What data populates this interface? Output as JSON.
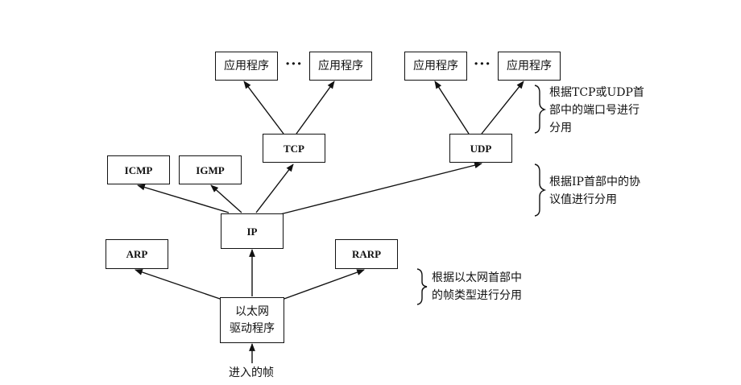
{
  "apps": {
    "tcp_app_1": "应用程序",
    "tcp_app_2": "应用程序",
    "udp_app_1": "应用程序",
    "udp_app_2": "应用程序",
    "ellipsis": "···"
  },
  "protocols": {
    "tcp": "TCP",
    "udp": "UDP",
    "icmp": "ICMP",
    "igmp": "IGMP",
    "ip": "IP",
    "arp": "ARP",
    "rarp": "RARP"
  },
  "driver": {
    "line1": "以太网",
    "line2": "驱动程序"
  },
  "incoming_frame": "进入的帧",
  "notes": {
    "port": [
      "根据TCP或UDP首",
      "部中的端口号进行",
      "分用"
    ],
    "ip": [
      "根据IP首部中的协",
      "议值进行分用"
    ],
    "eth": [
      "根据以太网首部中",
      "的帧类型进行分用"
    ]
  }
}
